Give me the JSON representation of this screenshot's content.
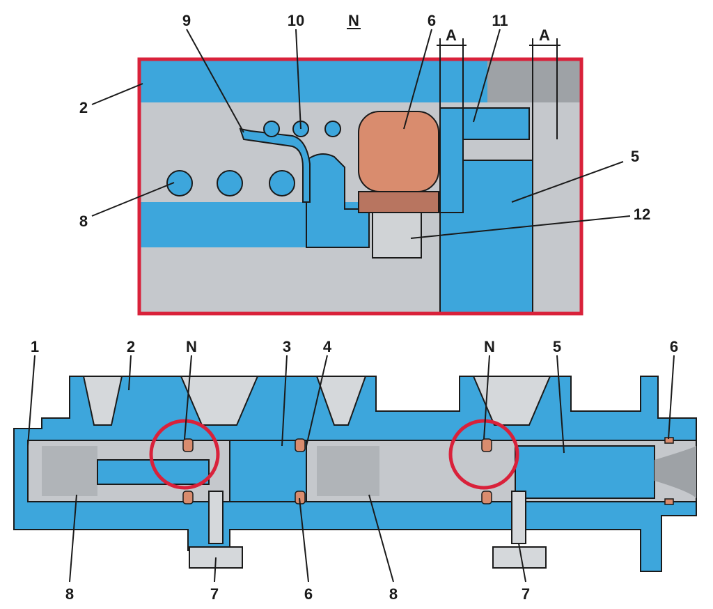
{
  "colors": {
    "body": "#3da6dc",
    "seal": "#d98c6e",
    "metal": "#b9bcc0",
    "frame": "#d9213a",
    "outline": "#1a1a1a"
  },
  "detail": {
    "title": "N",
    "labels": {
      "l9": "9",
      "l10": "10",
      "l6": "6",
      "lA1": "A",
      "l11": "11",
      "lA2": "A",
      "l2": "2",
      "l8": "8",
      "l5": "5",
      "l12": "12"
    }
  },
  "section": {
    "top_labels": {
      "l1": "1",
      "l2": "2",
      "lN1": "N",
      "l3": "3",
      "l4": "4",
      "lN2": "N",
      "l5": "5",
      "l6": "6"
    },
    "bottom_labels": {
      "l8a": "8",
      "l7a": "7",
      "l6": "6",
      "l8b": "8",
      "l7b": "7"
    }
  }
}
